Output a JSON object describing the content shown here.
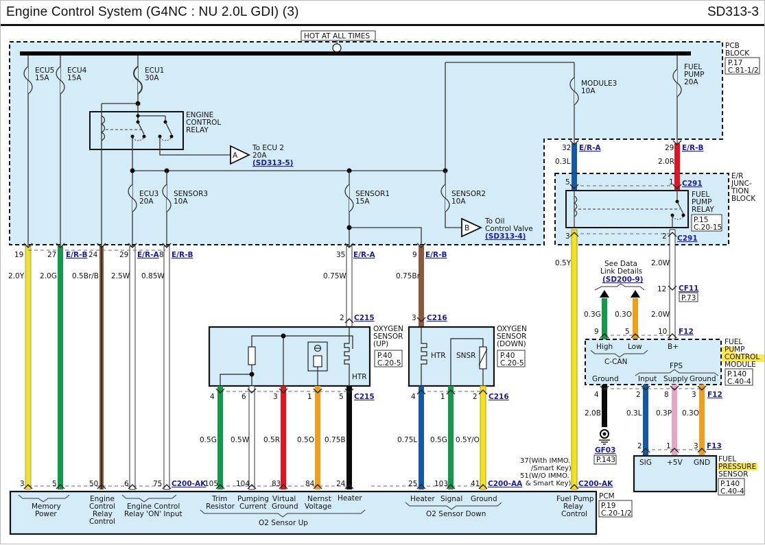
{
  "header": {
    "title": "Engine Control System (G4NC : NU 2.0L GDI) (3)",
    "code": "SD313-3"
  },
  "power": {
    "hot_label": "HOT AT ALL TIMES"
  },
  "pcb_block": {
    "name_line1": "PCB",
    "name_line2": "BLOCK",
    "ref_line1": "P.17",
    "ref_line2": "C.81-1/2"
  },
  "fuses": [
    {
      "name": "ECU5",
      "rating": "15A"
    },
    {
      "name": "ECU4",
      "rating": "15A"
    },
    {
      "name": "ECU1",
      "rating": "30A"
    },
    {
      "name": "ECU3",
      "rating": "20A"
    },
    {
      "name": "SENSOR3",
      "rating": "10A"
    },
    {
      "name": "SENSOR1",
      "rating": "15A"
    },
    {
      "name": "SENSOR2",
      "rating": "10A"
    },
    {
      "name": "MODULE3",
      "rating": "10A"
    },
    {
      "name": "FUEL",
      "name2": "PUMP",
      "rating": "20A"
    }
  ],
  "engine_relay": {
    "l1": "ENGINE",
    "l2": "CONTROL",
    "l3": "RELAY"
  },
  "offpage": {
    "a": {
      "letter": "A",
      "l1": "To ECU 2",
      "l2": "20A",
      "link": "(SD313-5)"
    },
    "b": {
      "letter": "B",
      "l1": "To Oil",
      "l2": "Control Valve",
      "link": "(SD313-4)"
    }
  },
  "left_wires": [
    {
      "pin_top": "19",
      "size": "2.0Y",
      "pin_bot": "3"
    },
    {
      "pin_top": "27",
      "conn": "E/R-B",
      "size": "2.0G",
      "pin_bot": "5"
    },
    {
      "pin_top": "24",
      "size": "0.5Br/B",
      "pin_bot": "50"
    },
    {
      "pin_top": "29",
      "conn": "E/R-A",
      "size": "2.5W",
      "pin_bot": "6"
    },
    {
      "pin_top": "8",
      "conn": "E/R-B",
      "size": "0.85W",
      "pin_bot": "75"
    }
  ],
  "sensor_feed": [
    {
      "pin_top": "35",
      "conn": "E/R-A",
      "size": "0.75W",
      "pin_bot": "2",
      "conn_bot": "C215"
    },
    {
      "pin_top": "9",
      "conn": "E/R-B",
      "size": "0.75Br",
      "pin_bot": "3",
      "conn_bot": "C216"
    }
  ],
  "o2_up": {
    "l1": "OXYGEN",
    "l2": "SENSOR",
    "l3": "(UP)",
    "ref1": "P.40",
    "ref2": "C.20-5",
    "htr": "HTR",
    "conn": "C215",
    "pins": [
      {
        "pin": "4",
        "size": "0.5G",
        "pcm_pin": "105"
      },
      {
        "pin": "6",
        "size": "0.5W",
        "pcm_pin": "104"
      },
      {
        "pin": "3",
        "size": "0.5R",
        "pcm_pin": "83"
      },
      {
        "pin": "1",
        "size": "0.5O",
        "pcm_pin": "84"
      },
      {
        "pin": "5",
        "size": "0.75B",
        "pcm_pin": "24"
      }
    ]
  },
  "o2_down": {
    "l1": "OXYGEN",
    "l2": "SENSOR",
    "l3": "(DOWN)",
    "ref1": "P.40",
    "ref2": "C.20-5",
    "htr": "HTR",
    "snsr": "SNSR",
    "conn": "C216",
    "pins": [
      {
        "pin": "4",
        "size": "0.75L",
        "pcm_pin": "25"
      },
      {
        "pin": "1",
        "size": "0.5G",
        "pcm_pin": "103"
      },
      {
        "pin": "2",
        "size": "0.5Y/O",
        "pcm_pin": "41"
      }
    ]
  },
  "right_upper": {
    "module3": {
      "pin": "32",
      "conn": "E/R-A",
      "size": "0.3L"
    },
    "fuelpump": {
      "pin": "29",
      "conn": "E/R-B",
      "size": "2.0R"
    }
  },
  "junction": {
    "l1": "E/R",
    "l2": "JUNC-",
    "l3": "TION",
    "l4": "BLOCK",
    "relay_l1": "FUEL",
    "relay_l2": "PUMP",
    "relay_l3": "RELAY",
    "ref1": "P.15",
    "ref2": "C.20-15",
    "pin5": "5",
    "pin1": "1",
    "pin3": "3",
    "pin2": "2",
    "conn": "C291"
  },
  "fpcm": {
    "yellow_size": "0.5Y",
    "white_size1": "2.0W",
    "cf_pin": "12",
    "cf_conn": "CF11",
    "cf_ref": "P.73",
    "white_size2": "2.0W",
    "see1": "See Data",
    "see2": "Link Details",
    "see_link": "(SD200-9)",
    "high_size": "0.3G",
    "low_size": "0.3O",
    "pin_high": "9",
    "pin_low": "5",
    "pin_b": "10",
    "conn_top": "F12",
    "high": "High",
    "low": "Low",
    "bplus": "B+",
    "ccan": "C-CAN",
    "fps": "FPS",
    "ground": "Ground",
    "input": "Input",
    "supply": "Supply",
    "ground2": "Ground",
    "name1": "FUEL",
    "name2": "PUMP",
    "name3": "CONTROL",
    "name4": "MODULE",
    "ref1": "P.140",
    "ref2": "C.40-4",
    "pin_gnd": "4",
    "pin_in": "2",
    "pin_sup": "8",
    "pin_g2": "3",
    "conn_bot": "F12",
    "gnd_size": "2.0B",
    "in_size": "0.3L",
    "sup_size": "0.3P",
    "g2_size": "0.3O",
    "ground_conn": "GF03",
    "ground_ref": "P.143"
  },
  "fps_sensor": {
    "pin_sig": "2",
    "pin_5v": "1",
    "pin_gnd": "3",
    "conn": "F13",
    "sig": "SIG",
    "v5": "+5V",
    "gnd": "GND",
    "name1": "FUEL",
    "name2": "PRESSURE",
    "name3": "SENSOR",
    "ref1": "P.140",
    "ref2": "C.40-4"
  },
  "pcm": {
    "conn_ak": "C200-AK",
    "conn_aa": "C200-AA",
    "fp_pin_l1": "37(With IMMO.",
    "fp_pin_l2": "/Smart Key)",
    "fp_pin_l3": "51(W/O IMMO.",
    "fp_pin_l4": "& Smart Key)",
    "name": "PCM",
    "ref1": "P.19",
    "ref2": "C.20-1/2",
    "labels": {
      "memory1": "Memory",
      "memory2": "Power",
      "ecr1": "Engine",
      "ecr2": "Control",
      "ecr3": "Relay",
      "ecr4": "Control",
      "on1": "Engine Control",
      "on2": "Relay 'ON' Input",
      "trim1": "Trim",
      "trim2": "Resistor",
      "pump1": "Pumping",
      "pump2": "Current",
      "virt1": "Virtual",
      "virt2": "Ground",
      "nern1": "Nernst",
      "nern2": "Voltage",
      "heater": "Heater",
      "o2up": "O2 Sensor Up",
      "d_heater": "Heater",
      "d_signal": "Signal",
      "d_ground": "Ground",
      "o2down": "O2 Sensor Down",
      "fp1": "Fuel Pump",
      "fp2": "Relay",
      "fp3": "Control"
    }
  },
  "colors": {
    "yellow": "#f2e321",
    "green": "#109a4a",
    "brown": "#8b5a3c",
    "white": "#ffffff",
    "red": "#e3141f",
    "orange": "#ef9f1a",
    "black": "#0a0a0a",
    "blue": "#1458a8",
    "pink": "#e9a5c5",
    "block": "#d4ebf8",
    "link": "#1a1aa8"
  }
}
